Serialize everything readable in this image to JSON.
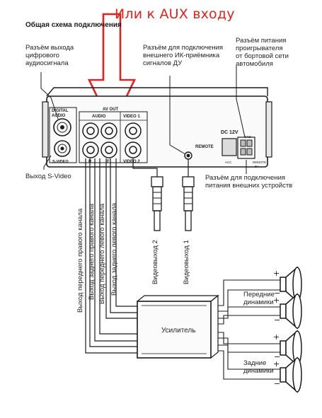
{
  "overlay_note": "Или к AUX входу",
  "title": "Общая схема подключения",
  "labels": {
    "digital_out": [
      "Разъём выхода",
      "цифрового",
      "аудиосигнала"
    ],
    "ir_receiver": [
      "Разъём для подключения",
      "внешнего ИК-приёмника",
      "сигналов ДУ"
    ],
    "power_in": [
      "Разъём питания",
      "проигрывателя",
      "от бортовой сети",
      "автомобиля"
    ],
    "svideo_out": "Выход S-Video",
    "ext_power": [
      "Разъём для подключения",
      "питания внешних устройств"
    ],
    "front_speakers": [
      "Передние",
      "динамики"
    ],
    "rear_speakers": [
      "Задние",
      "динамики"
    ],
    "amplifier": "Усилитель"
  },
  "panel": {
    "digital_audio": [
      "DIGITAL",
      "AUDIO"
    ],
    "s_video": "S-VIDEO",
    "av_out": "AV OUT",
    "audio": "AUDIO",
    "video1": "VIDEO 1",
    "video2": "VIDEO 2",
    "rear": "R",
    "front": "F",
    "remote": "REMOTE",
    "dc": "DC 12V",
    "acc": "ACC",
    "gnd": "GND",
    "remote_small": "REMOTE",
    "power_pin": "B+"
  },
  "vertical_labels": {
    "front_right": "Выход переднего правого канала",
    "rear_right": "Выход заднего правого канала",
    "front_left": "Выход переднего левого канала",
    "rear_left": "Выход заднего левого канала",
    "video2_out": "Видеовыход 2",
    "video1_out": "Видеовыход 1"
  },
  "colors": {
    "overlay": "#e0231c",
    "line": "#1a1a1a"
  }
}
